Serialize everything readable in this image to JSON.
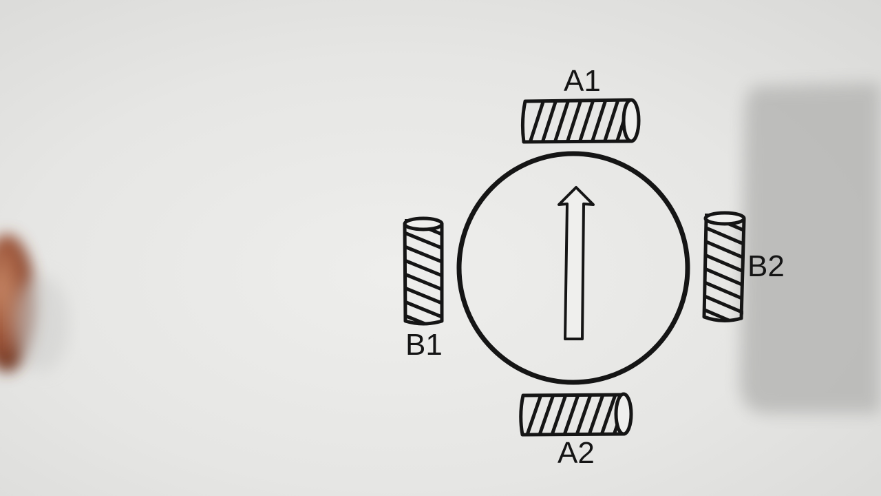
{
  "diagram": {
    "coil_labels": {
      "a1": "A1",
      "a2": "A2",
      "b1": "B1",
      "b2": "B2"
    },
    "colors": {
      "ink": "#151515",
      "paper": "#e9e9e7",
      "shadow": "#bdbdbb",
      "finger": "#b06a4a"
    }
  }
}
